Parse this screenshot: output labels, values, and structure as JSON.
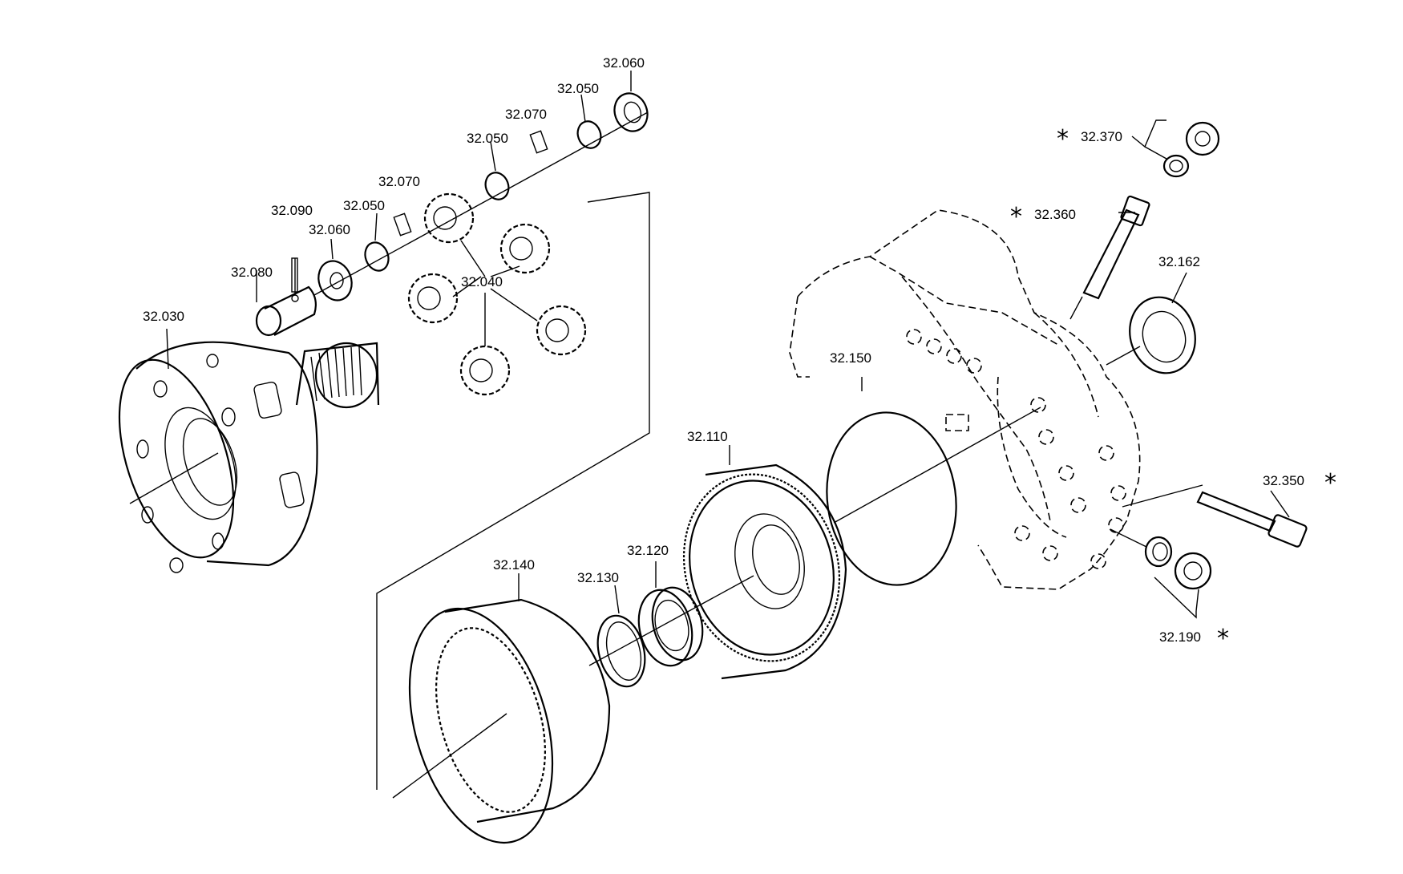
{
  "callouts": {
    "c32060a": "32.060",
    "c32050a": "32.050",
    "c32070a": "32.070",
    "c32050b": "32.050",
    "c32070b": "32.070",
    "c32050c": "32.050",
    "c32090": "32.090",
    "c32060b": "32.060",
    "c32080": "32.080",
    "c32040": "32.040",
    "c32030": "32.030",
    "c32370": "32.370",
    "c32360": "32.360",
    "c32162": "32.162",
    "c32150": "32.150",
    "c32110": "32.110",
    "c32350": "32.350",
    "c32120": "32.120",
    "c32130": "32.130",
    "c32140": "32.140",
    "c32190": "32.190"
  },
  "markers": {
    "star": "*"
  }
}
